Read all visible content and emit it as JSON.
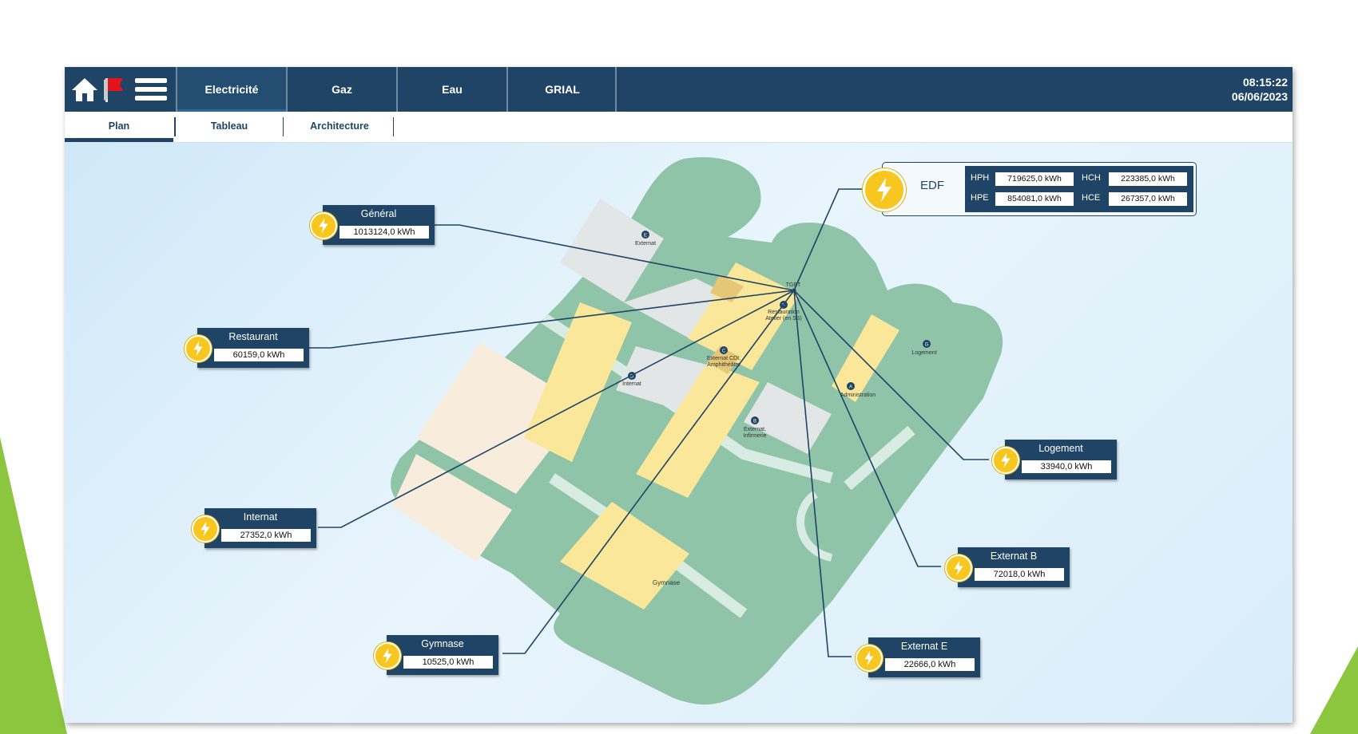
{
  "header": {
    "icons": [
      "home-icon",
      "flag-icon",
      "menu-icon"
    ],
    "tabs": [
      {
        "label": "Electricité",
        "active": true
      },
      {
        "label": "Gaz",
        "active": false
      },
      {
        "label": "Eau",
        "active": false
      },
      {
        "label": "GRIAL",
        "active": false
      }
    ],
    "time": "08:15:22",
    "date": "06/06/2023"
  },
  "subtabs": [
    {
      "label": "Plan",
      "active": true
    },
    {
      "label": "Tableau",
      "active": false
    },
    {
      "label": "Architecture",
      "active": false
    }
  ],
  "edf": {
    "label": "EDF",
    "readings": {
      "hph": {
        "key": "HPH",
        "value": "719625,0 kWh"
      },
      "hch": {
        "key": "HCH",
        "value": "223385,0 kWh"
      },
      "hpe": {
        "key": "HPE",
        "value": "854081,0 kWh"
      },
      "hce": {
        "key": "HCE",
        "value": "267357,0 kWh"
      }
    }
  },
  "meters": {
    "general": {
      "name": "Général",
      "value": "1013124,0 kWh"
    },
    "restaurant": {
      "name": "Restaurant",
      "value": "60159,0 kWh"
    },
    "internat": {
      "name": "Internat",
      "value": "27352,0 kWh"
    },
    "gymnase": {
      "name": "Gymnase",
      "value": "10525,0 kWh"
    },
    "logement": {
      "name": "Logement",
      "value": "33940,0 kWh"
    },
    "externat_b": {
      "name": "Externat B",
      "value": "72018,0 kWh"
    },
    "externat_e": {
      "name": "Externat E",
      "value": "22666,0 kWh"
    }
  },
  "plan": {
    "tgbt": "TGBT",
    "buildings": {
      "e": {
        "letter": "E",
        "name": "Externat"
      },
      "f": {
        "letter": "F",
        "name1": "Restauration",
        "name2": "Atelier (en SS)"
      },
      "c": {
        "letter": "C",
        "name1": "Externat CDI,",
        "name2": "Amphithéâtre"
      },
      "d": {
        "letter": "D",
        "name": "Internat"
      },
      "b": {
        "letter": "B",
        "name1": "Externat,",
        "name2": "Infirmerie"
      },
      "a": {
        "letter": "A",
        "name": "Administration"
      },
      "g": {
        "letter": "G",
        "name": "Logement"
      },
      "gym": {
        "name": "Gymnase"
      }
    }
  },
  "colors": {
    "navy": "#1f4466",
    "bolt": "#f7c720",
    "green_area": "#8fc4a8",
    "building_yellow": "#fae79a",
    "building_grey": "#e3e6e6"
  }
}
